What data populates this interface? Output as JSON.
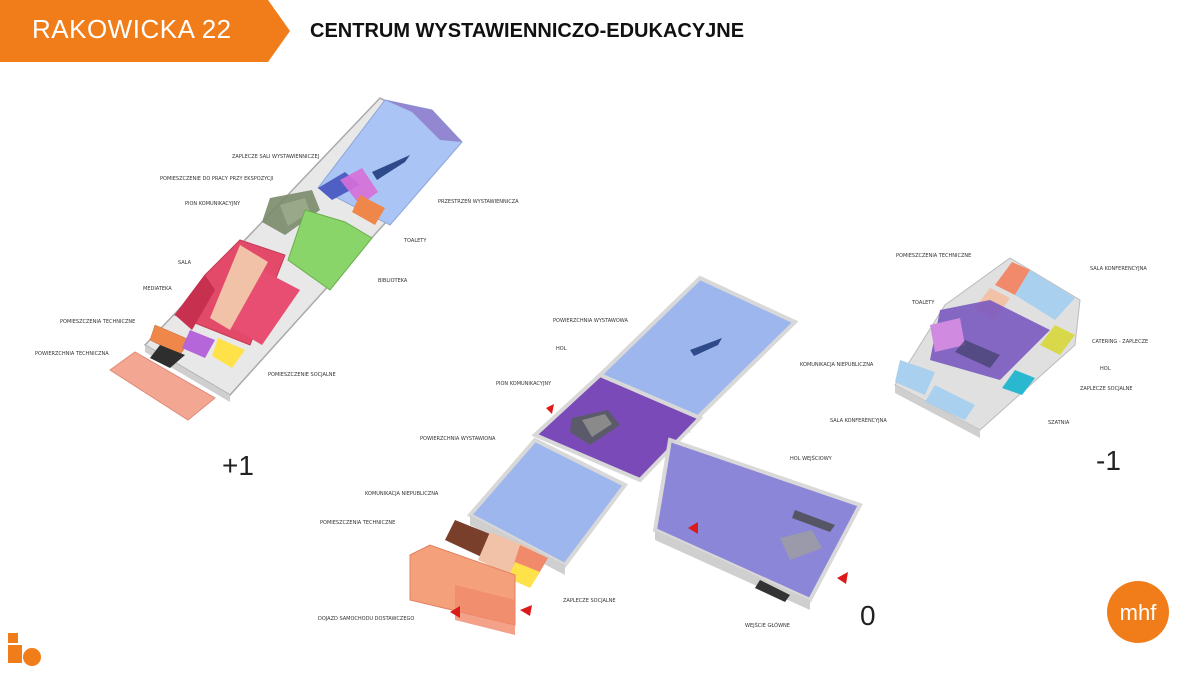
{
  "header": {
    "tag": "RAKOWICKA 22",
    "title": "CENTRUM WYSTAWIENNICZO-EDUKACYJNE",
    "accent_color": "#f07d1a"
  },
  "floors": {
    "upper": {
      "level": "+1",
      "labels": {
        "zaplecze_sali": "ZAPLECZE SALI WYSTAWIENNICZEJ",
        "pomieszczenie_pracy": "POMIESZCZENIE DO PRACY PRZY EKSPOZYCJI",
        "pion": "PION KOMUNIKACYJNY",
        "przestrzen": "PRZESTRZEŃ WYSTAWIENNICZA",
        "toalety": "TOALETY",
        "biblioteka": "BIBLIOTEKA",
        "sala": "SALA",
        "mediateka": "MEDIATEKA",
        "pom_techniczne": "POMIESZCZENIA TECHNICZNE",
        "pow_techniczna": "POWIERZCHNIA TECHNICZNA",
        "pom_socjalne": "POMIESZCZENIE SOCJALNE"
      }
    },
    "ground": {
      "level": "0",
      "labels": {
        "pow_wystawowa": "POWIERZCHNIA WYSTAWOWA",
        "hol": "HOL",
        "pion": "PION KOMUNIKACYJNY",
        "pow_wystawiona": "POWIERZCHNIA WYSTAWIONA",
        "komunikacja": "KOMUNIKACJA NIEPUBLICZNA",
        "pom_techniczne": "POMIESZCZENIA TECHNICZNE",
        "dojazd": "DOJAZD SAMOCHODU DOSTAWCZEGO",
        "zaplecze_socjalne": "ZAPLECZE SOCJALNE",
        "hol_wejsciowy": "HOL WEJŚCIOWY",
        "wejscie": "WEJŚCIE GŁÓWNE"
      }
    },
    "basement": {
      "level": "-1",
      "labels": {
        "pom_techniczne": "POMIESZCZENIA TECHNICZNE",
        "sala_konf_1": "SALA KONFERENCYJNA",
        "toalety": "TOALETY",
        "catering": "CATERING - ZAPLECZE",
        "komunikacja": "KOMUNIKACJA NIEPUBLICZNA",
        "hol": "HOL",
        "zaplecze_socjalne": "ZAPLECZE SOCJALNE",
        "sala_konf_2": "SALA KONFERENCYJNA",
        "szatnia": "SZATNIA"
      }
    }
  },
  "logo": {
    "text": "mhf",
    "color": "#f07d1a"
  }
}
